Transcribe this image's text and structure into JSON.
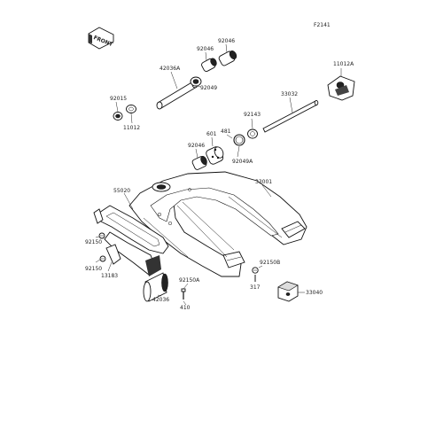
{
  "diagram": {
    "id": "F2141",
    "front": "FRONT",
    "labels": {
      "p92046a": "92046",
      "p92046b": "92046",
      "p42036a": "42036A",
      "p92049a": "92049",
      "p11012a": "11012A",
      "p92015": "92015",
      "p11012": "11012",
      "p33032": "33032",
      "p92143": "92143",
      "p601": "601",
      "p481": "481",
      "p92046c": "92046",
      "p92049b": "92049A",
      "p33001": "33001",
      "p55020": "55020",
      "p92150a": "92150",
      "p92150b": "92150",
      "p13183": "13183",
      "p92150c": "92150B",
      "p317": "317",
      "p33040": "33040",
      "p92150d": "92150A",
      "p42036": "42036",
      "p410": "410"
    }
  }
}
